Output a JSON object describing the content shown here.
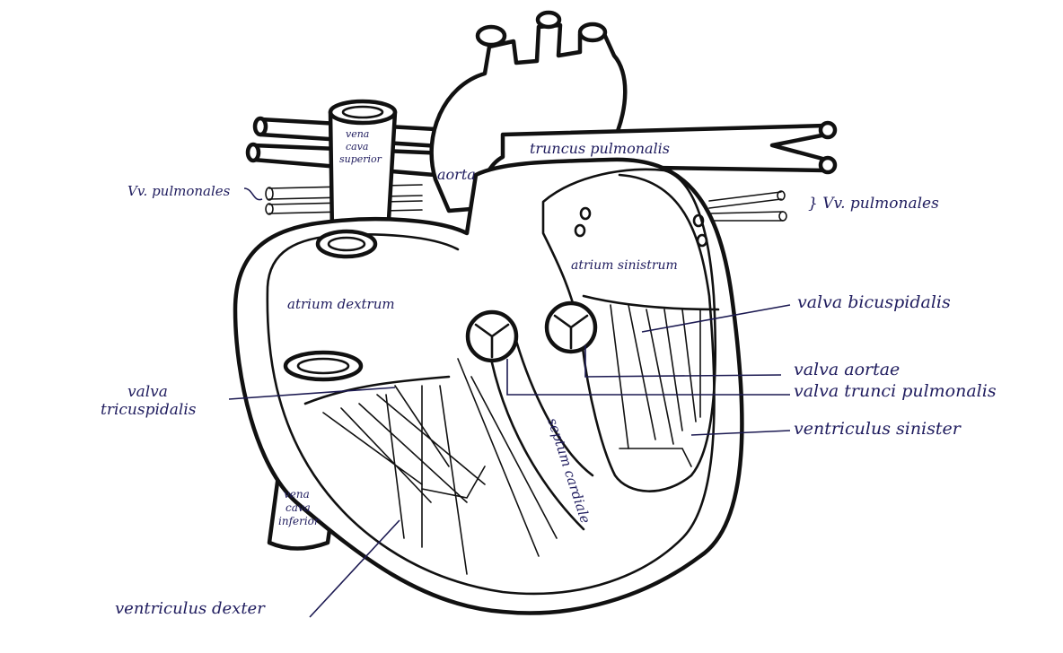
{
  "labels": {
    "vena_cava_superior": [
      "vena",
      "cava",
      "superior"
    ],
    "aorta": "aorta",
    "truncus_pulmonalis": "truncus pulmonalis",
    "vv_pulmonales_left": "Vv. pulmonales",
    "vv_pulmonales_right": "} Vv. pulmonales",
    "atrium_dextrum": "atrium dextrum",
    "atrium_sinistrum": "atrium sinistrum",
    "valva_bicuspidalis": "valva bicuspidalis",
    "valva_aortae": "valva aortae",
    "valva_trunci_pulmonalis": "valva trunci pulmonalis",
    "valva_tricuspidalis": [
      "valva",
      "tricuspidalis"
    ],
    "ventriculus_sinister": "ventriculus sinister",
    "septum_cardiale": "septum cardiale",
    "vena_cava_inferior": [
      "vena",
      "cava",
      "inferior"
    ],
    "ventriculus_dexter": "ventriculus dexter"
  },
  "colors": {
    "ink": "#111111",
    "label_ink": "#1f1c5e"
  }
}
